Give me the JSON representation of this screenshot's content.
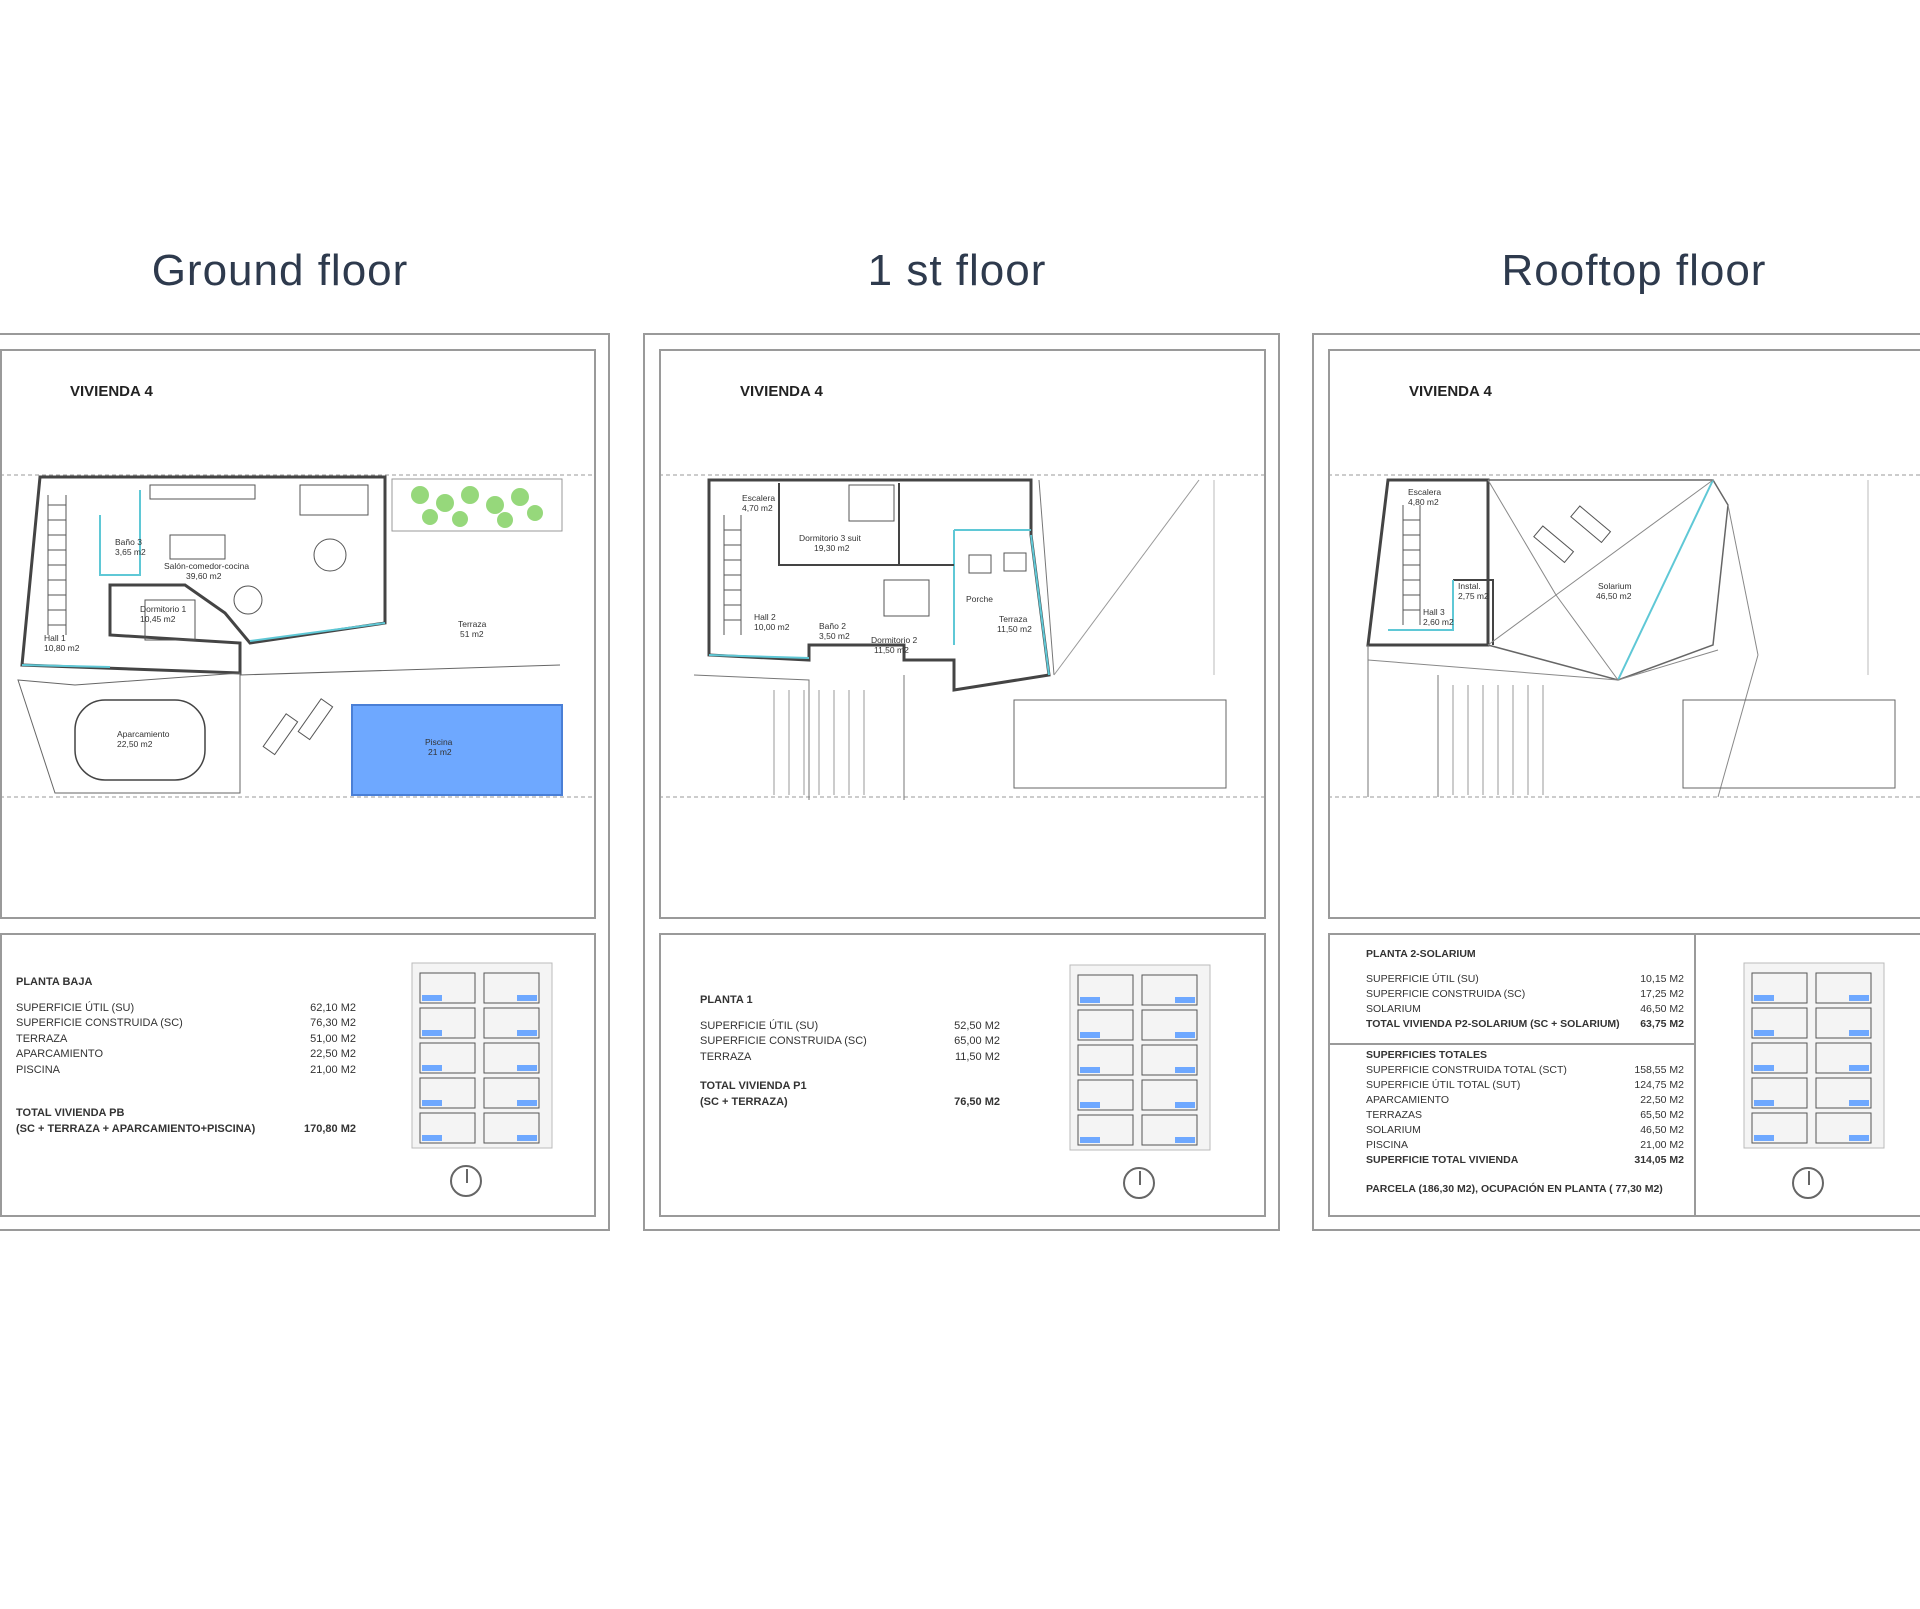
{
  "floors": [
    {
      "title": "Ground floor",
      "vivienda": "VIVIENDA 4",
      "rooms": [
        {
          "name": "Baño 3",
          "area": "3,65 m2"
        },
        {
          "name": "Salón-comedor-cocina",
          "area": "39,60 m2"
        },
        {
          "name": "Dormitorio 1",
          "area": "10,45 m2"
        },
        {
          "name": "Hall 1",
          "area": "10,80 m2"
        },
        {
          "name": "Terraza",
          "area": "51 m2"
        },
        {
          "name": "Aparcamiento",
          "area": "22,50 m2"
        },
        {
          "name": "Piscina",
          "area": "21 m2"
        }
      ],
      "table": {
        "header": "PLANTA BAJA",
        "rows": [
          {
            "label": "SUPERFICIE ÚTIL (SU)",
            "value": "62,10 M2"
          },
          {
            "label": "SUPERFICIE CONSTRUIDA (SC)",
            "value": "76,30 M2"
          },
          {
            "label": "TERRAZA",
            "value": "51,00 M2"
          },
          {
            "label": "APARCAMIENTO",
            "value": "22,50 M2"
          },
          {
            "label": "PISCINA",
            "value": "21,00 M2"
          }
        ],
        "total_label": "TOTAL VIVIENDA PB",
        "total_label2": "(SC + TERRAZA + APARCAMIENTO+PISCINA)",
        "total_value": "170,80 M2"
      }
    },
    {
      "title": "1 st floor",
      "vivienda": "VIVIENDA 4",
      "rooms": [
        {
          "name": "Escalera",
          "area": "4,70 m2"
        },
        {
          "name": "Dormitorio 3 suit",
          "area": "19,30 m2"
        },
        {
          "name": "Hall 2",
          "area": "10,00 m2"
        },
        {
          "name": "Baño 2",
          "area": "3,50 m2"
        },
        {
          "name": "Dormitorio 2",
          "area": "11,50 m2"
        },
        {
          "name": "Porche",
          "area": ""
        },
        {
          "name": "Terraza",
          "area": "11,50 m2"
        }
      ],
      "table": {
        "header": "PLANTA 1",
        "rows": [
          {
            "label": "SUPERFICIE ÚTIL (SU)",
            "value": "52,50 M2"
          },
          {
            "label": "SUPERFICIE CONSTRUIDA (SC)",
            "value": "65,00 M2"
          },
          {
            "label": "TERRAZA",
            "value": "11,50 M2"
          }
        ],
        "total_label": "TOTAL VIVIENDA P1",
        "total_label2": "(SC + TERRAZA)",
        "total_value": "76,50 M2"
      }
    },
    {
      "title": "Rooftop floor",
      "vivienda": "VIVIENDA 4",
      "rooms": [
        {
          "name": "Escalera",
          "area": "4,80 m2"
        },
        {
          "name": "Instal.",
          "area": "2,75 m2"
        },
        {
          "name": "Hall 3",
          "area": "2,60 m2"
        },
        {
          "name": "Solarium",
          "area": "46,50 m2"
        }
      ],
      "table": {
        "header": "PLANTA 2-SOLARIUM",
        "rows": [
          {
            "label": "SUPERFICIE ÚTIL (SU)",
            "value": "10,15 M2"
          },
          {
            "label": "SUPERFICIE CONSTRUIDA (SC)",
            "value": "17,25 M2"
          },
          {
            "label": "SOLARIUM",
            "value": "46,50 M2"
          }
        ],
        "total_label": "TOTAL VIVIENDA P2-SOLARIUM (SC + SOLARIUM)",
        "total_value": "63,75 M2",
        "totals_header": "SUPERFICIES TOTALES",
        "totals": [
          {
            "label": "SUPERFICIE CONSTRUIDA TOTAL (SCT)",
            "value": "158,55 M2"
          },
          {
            "label": "SUPERFICIE ÚTIL TOTAL (SUT)",
            "value": "124,75 M2"
          },
          {
            "label": "APARCAMIENTO",
            "value": "22,50 M2"
          },
          {
            "label": "TERRAZAS",
            "value": "65,50 M2"
          },
          {
            "label": "SOLARIUM",
            "value": "46,50 M2"
          },
          {
            "label": "PISCINA",
            "value": "21,00 M2"
          }
        ],
        "grand_label": "SUPERFICIE TOTAL VIVIENDA",
        "grand_value": "314,05 M2",
        "parcela": "PARCELA  (186,30 M2), OCUPACIÓN EN PLANTA ( 77,30 M2)"
      }
    }
  ],
  "colors": {
    "wall": "#444444",
    "glass": "#5fc8d6",
    "pool": "#6ea8ff",
    "border": "#9a9a9a",
    "title": "#2e3a4d"
  }
}
